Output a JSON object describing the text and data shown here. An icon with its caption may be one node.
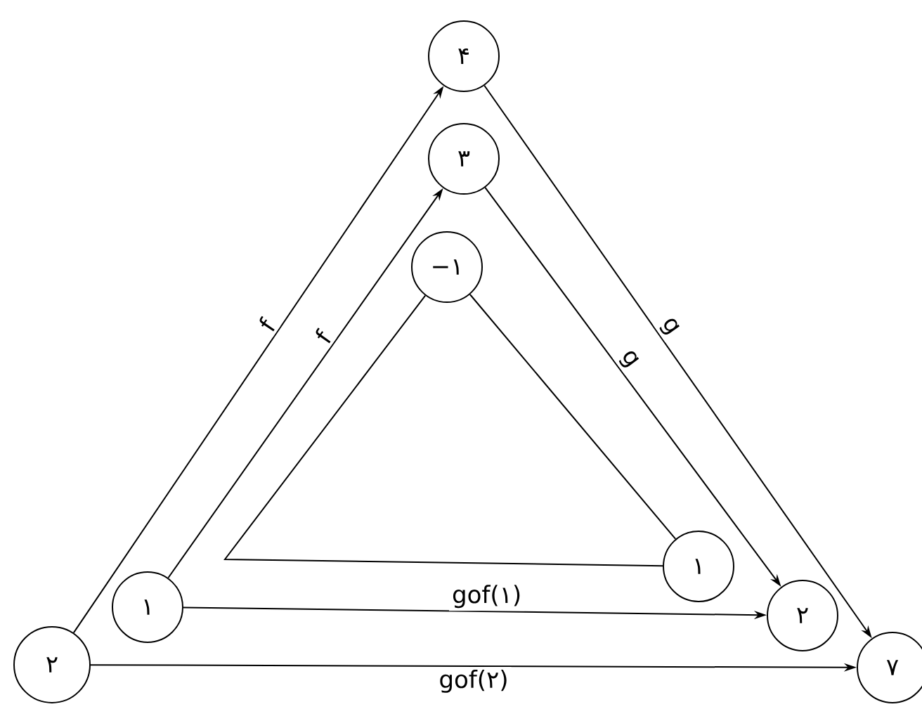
{
  "diagram": {
    "nodes": [
      {
        "text": [
          "۴"
        ]
      },
      {
        "text": [
          "۳"
        ]
      },
      {
        "text": [
          "−۱"
        ]
      },
      {
        "text": [
          "۱"
        ]
      },
      {
        "text": [
          "۱"
        ]
      },
      {
        "text": [
          "۲"
        ]
      },
      {
        "text": [
          "۲"
        ]
      },
      {
        "text": [
          "۷"
        ]
      }
    ],
    "edges": [
      {
        "from": 6,
        "to": 0,
        "arrow": "to",
        "label": "f"
      },
      {
        "from": 4,
        "to": 1,
        "arrow": "to",
        "label": "f"
      },
      {
        "from": 2,
        "to": 3,
        "arrow": "none"
      },
      {
        "from": 2,
        "to": 3,
        "arrow": "none"
      },
      {
        "from": 0,
        "to": 7,
        "arrow": "to",
        "label": "g"
      },
      {
        "from": 1,
        "to": 5,
        "arrow": "to",
        "label": "g"
      },
      {
        "from": 4,
        "to": 5,
        "arrow": "to",
        "label": "gof(۱)"
      },
      {
        "from": 6,
        "to": 7,
        "arrow": "to",
        "label": "gof(۲)"
      }
    ]
  }
}
